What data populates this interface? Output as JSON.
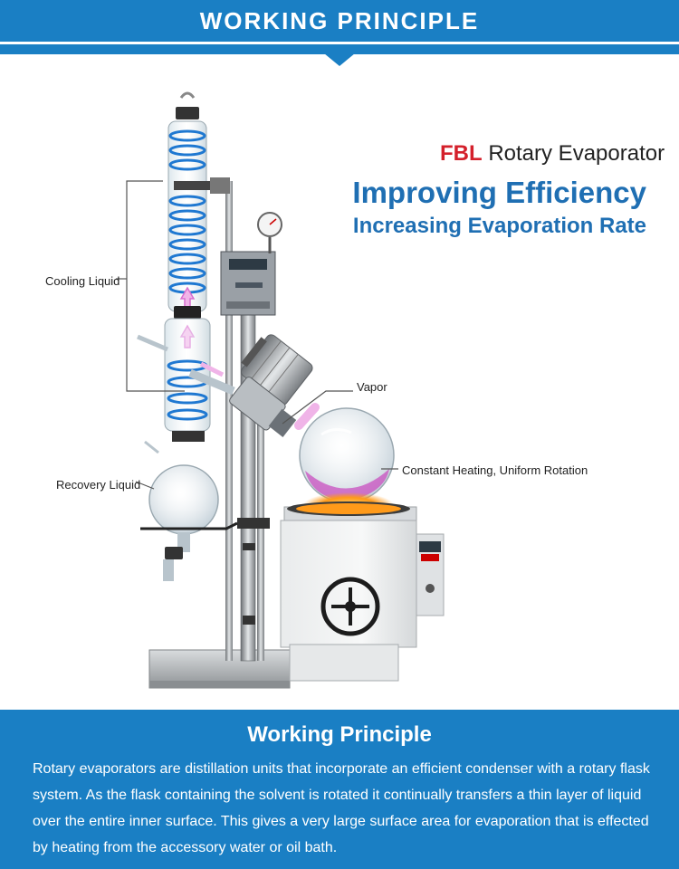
{
  "header": {
    "banner_title": "WORKING PRINCIPLE"
  },
  "product": {
    "brand": "FBL",
    "name": "Rotary Evaporator",
    "headline": "Improving Efficiency",
    "subheadline": "Increasing Evaporation Rate"
  },
  "callouts": {
    "cooling_liquid": "Cooling Liquid",
    "recovery_liquid": "Recovery Liquid",
    "vapor": "Vapor",
    "heating_rotation": "Constant Heating, Uniform Rotation"
  },
  "info": {
    "title": "Working Principle",
    "body": "Rotary evaporators are distillation units that incorporate an efficient condenser with a rotary flask system. As the flask containing the solvent is rotated it continually transfers a thin layer of liquid over the entire inner surface. This gives a very large surface area for evaporation that is effected by heating from the accessory water or oil bath."
  },
  "colors": {
    "banner": "#1a7fc4",
    "headline": "#1f6fb3",
    "brand": "#d4202b",
    "coil": "#1f78d1",
    "solution": "#c94fc0",
    "heat_glow": "#ff9a1a"
  }
}
